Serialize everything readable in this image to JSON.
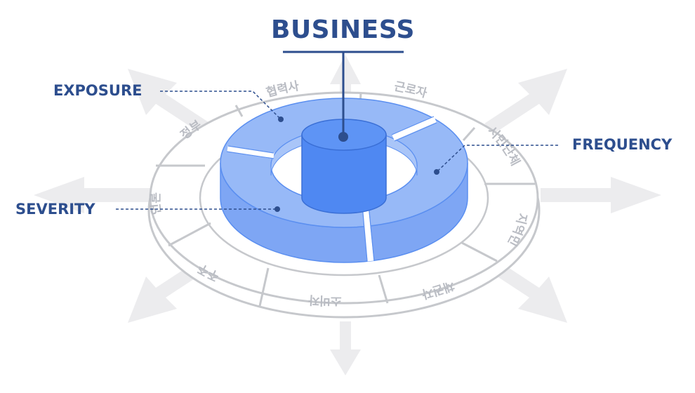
{
  "labels": {
    "business": "BUSINESS",
    "exposure": "EXPOSURE",
    "frequency": "FREQUENCY",
    "severity": "SEVERITY"
  },
  "stakeholders": [
    "협력사",
    "근로자",
    "시민단체",
    "지역민",
    "채권자",
    "소비자",
    "주주",
    "언론",
    "정부"
  ],
  "colors": {
    "label": "#2d4e8e",
    "ring_blue": "#97b9f7",
    "ring_blue_dark": "#5b8ff0",
    "cylinder": "#4f88f2",
    "outer_ring_stroke": "#c6c8cc",
    "arrows": "#ececee"
  }
}
